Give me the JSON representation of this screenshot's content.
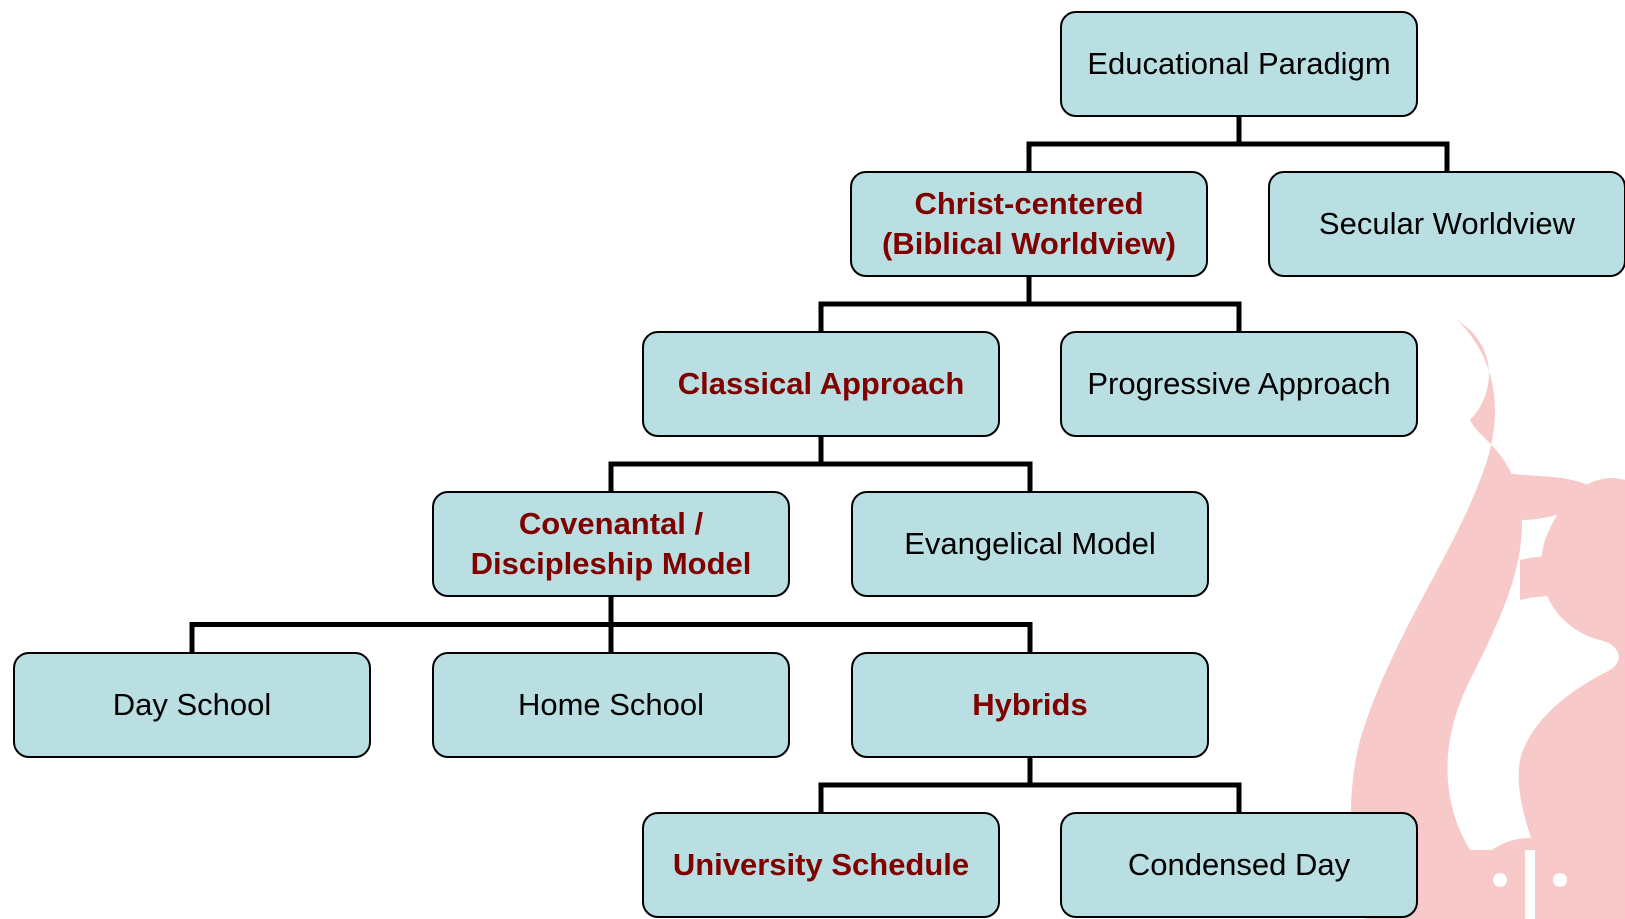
{
  "colors": {
    "node_fill": "#b9dfe3",
    "node_border": "#000000",
    "highlight_text": "#800000",
    "connector": "#000000",
    "watermark": "#f7c9c9"
  },
  "watermark": {
    "icon": "lion-crest-icon"
  },
  "nodes": {
    "educational_paradigm": {
      "label": "Educational Paradigm",
      "highlight": false
    },
    "christ_centered": {
      "label": "Christ-centered\n(Biblical Worldview)",
      "highlight": true
    },
    "secular_worldview": {
      "label": "Secular Worldview",
      "highlight": false
    },
    "classical_approach": {
      "label": "Classical Approach",
      "highlight": true
    },
    "progressive_approach": {
      "label": "Progressive Approach",
      "highlight": false
    },
    "covenantal_model": {
      "label": "Covenantal /\nDiscipleship Model",
      "highlight": true
    },
    "evangelical_model": {
      "label": "Evangelical Model",
      "highlight": false
    },
    "day_school": {
      "label": "Day School",
      "highlight": false
    },
    "home_school": {
      "label": "Home School",
      "highlight": false
    },
    "hybrids": {
      "label": "Hybrids",
      "highlight": true
    },
    "university_schedule": {
      "label": "University Schedule",
      "highlight": true
    },
    "condensed_day": {
      "label": "Condensed Day",
      "highlight": false
    }
  },
  "edges": [
    {
      "from": "educational_paradigm",
      "to": "christ_centered"
    },
    {
      "from": "educational_paradigm",
      "to": "secular_worldview"
    },
    {
      "from": "christ_centered",
      "to": "classical_approach"
    },
    {
      "from": "christ_centered",
      "to": "progressive_approach"
    },
    {
      "from": "classical_approach",
      "to": "covenantal_model"
    },
    {
      "from": "classical_approach",
      "to": "evangelical_model"
    },
    {
      "from": "covenantal_model",
      "to": "day_school"
    },
    {
      "from": "covenantal_model",
      "to": "home_school"
    },
    {
      "from": "covenantal_model",
      "to": "hybrids"
    },
    {
      "from": "hybrids",
      "to": "university_schedule"
    },
    {
      "from": "hybrids",
      "to": "condensed_day"
    }
  ]
}
